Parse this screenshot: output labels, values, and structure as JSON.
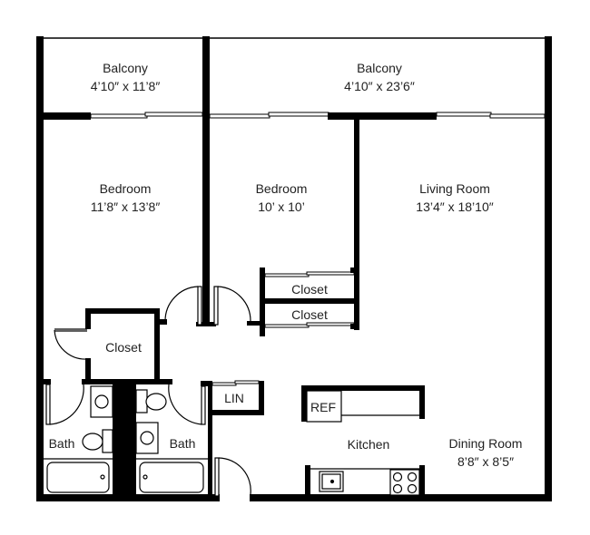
{
  "title": "Two Bedroom Floor Plan",
  "colors": {
    "wall": "#000000",
    "background": "#ffffff",
    "text": "#222222"
  },
  "rooms": {
    "balcony_left": {
      "name": "Balcony",
      "size": "4’10″ x 11’8″"
    },
    "balcony_right": {
      "name": "Balcony",
      "size": "4’10″ x 23’6″"
    },
    "bedroom_left": {
      "name": "Bedroom",
      "size": "11’8″ x 13’8″"
    },
    "bedroom_middle": {
      "name": "Bedroom",
      "size": "10’ x 10’"
    },
    "living_room": {
      "name": "Living Room",
      "size": "13’4″ x 18’10″"
    },
    "closet_upper": {
      "name": "Closet"
    },
    "closet_lower": {
      "name": "Closet"
    },
    "closet_hall": {
      "name": "Closet"
    },
    "linen": {
      "name": "LIN"
    },
    "bath_left": {
      "name": "Bath"
    },
    "bath_right": {
      "name": "Bath"
    },
    "kitchen": {
      "name": "Kitchen"
    },
    "refrigerator": {
      "name": "REF"
    },
    "dining_room": {
      "name": "Dining Room",
      "size": "8’8″ x 8’5″"
    }
  }
}
